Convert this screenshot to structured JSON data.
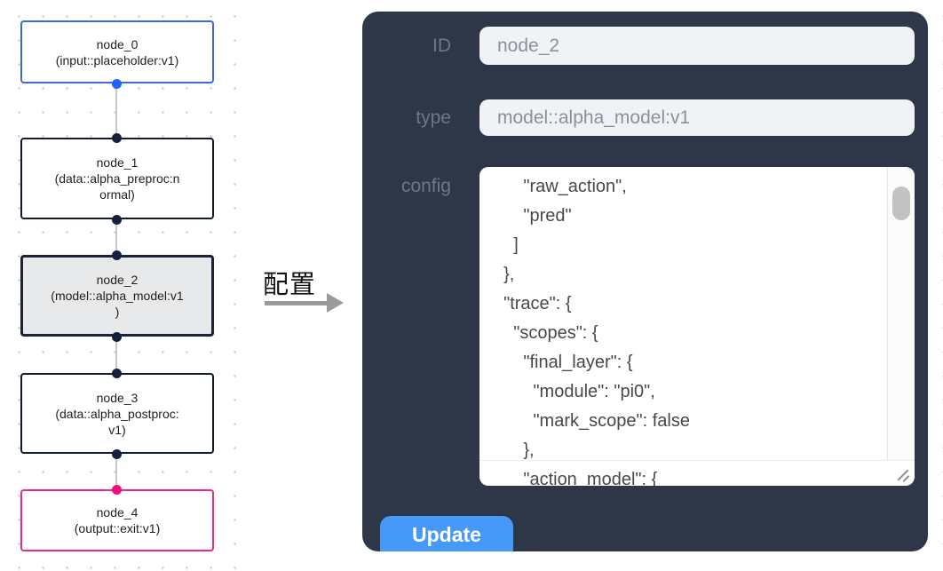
{
  "graph": {
    "nodes": [
      {
        "id": "node_0",
        "label": "node_0\n(input::placeholder:v1)",
        "variant": "input"
      },
      {
        "id": "node_1",
        "label": "node_1\n(data::alpha_preproc:n\normal)",
        "variant": "default"
      },
      {
        "id": "node_2",
        "label": "node_2\n(model::alpha_model:v1\n)",
        "variant": "selected"
      },
      {
        "id": "node_3",
        "label": "node_3\n(data::alpha_postproc:\nv1)",
        "variant": "default"
      },
      {
        "id": "node_4",
        "label": "node_4\n(output::exit:v1)",
        "variant": "output"
      }
    ],
    "arrow_label": "配置"
  },
  "panel": {
    "id_label": "ID",
    "id_value": "node_2",
    "type_label": "type",
    "type_value": "model::alpha_model:v1",
    "config_label": "config",
    "config_text": "      \"raw_action\",\n      \"pred\"\n    ]\n  },\n  \"trace\": {\n    \"scopes\": {\n      \"final_layer\": {\n        \"module\": \"pi0\",\n        \"mark_scope\": false\n      },\n      \"action_model\": {",
    "update_label": "Update"
  },
  "colors": {
    "panel_background": "#2d3748",
    "input_node_border": "#3f6ad1",
    "input_port": "#1c64f2",
    "output_node_border": "#ea2a84",
    "output_port": "#f10f7c",
    "selected_node_fill": "#e8e9ea",
    "update_button": "#4799f7",
    "field_label_text": "#6e7787",
    "field_value_text": "#8a919d"
  }
}
